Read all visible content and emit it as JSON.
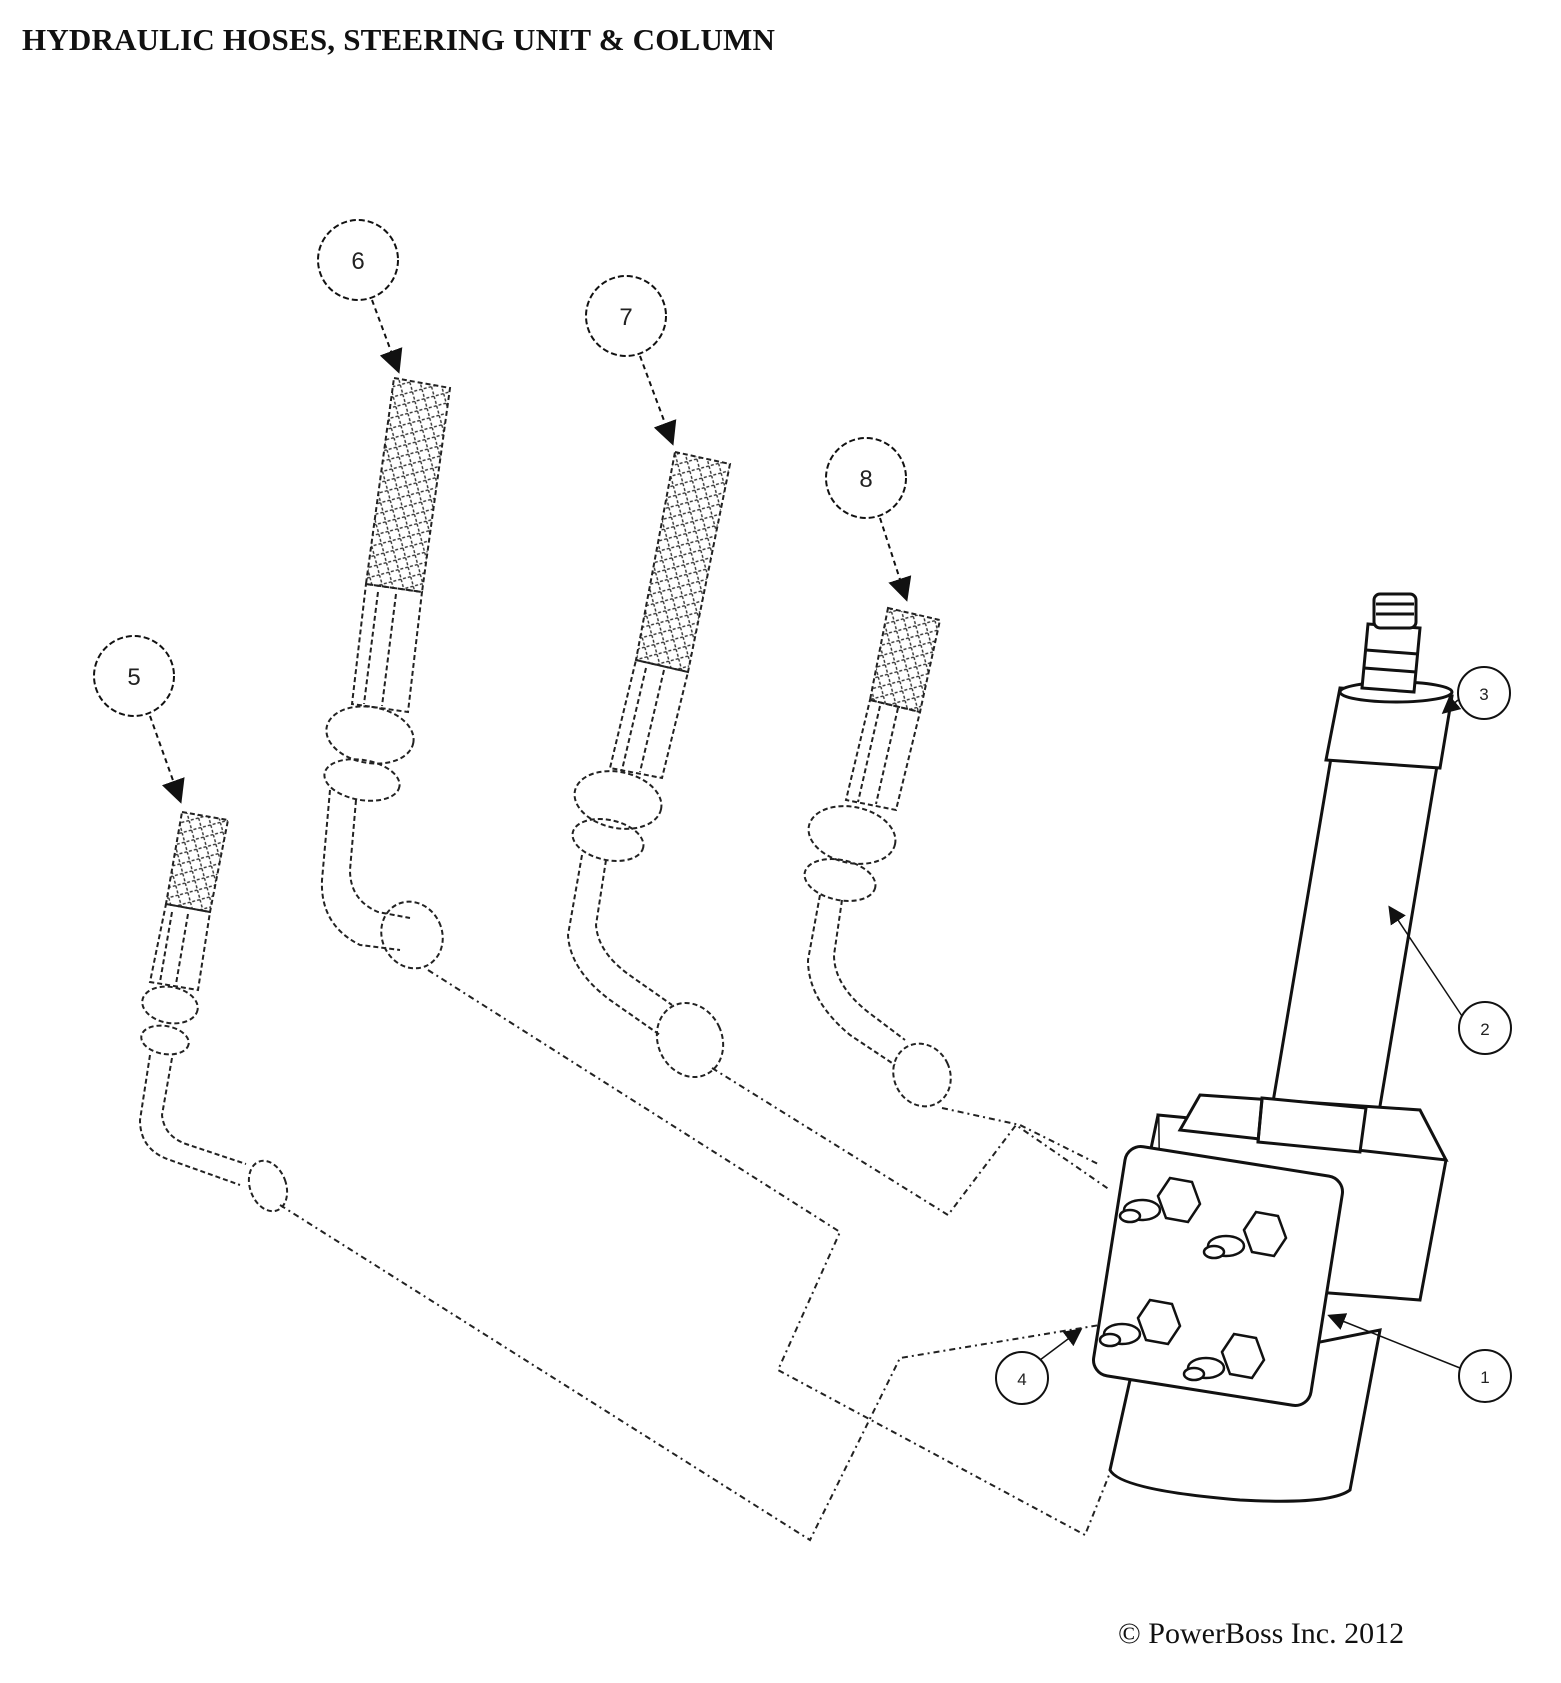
{
  "title": "HYDRAULIC HOSES, STEERING UNIT & COLUMN",
  "copyright": "© PowerBoss Inc. 2012",
  "callouts": [
    {
      "id": "1",
      "label": "1"
    },
    {
      "id": "2",
      "label": "2"
    },
    {
      "id": "3",
      "label": "3"
    },
    {
      "id": "4",
      "label": "4"
    },
    {
      "id": "5",
      "label": "5"
    },
    {
      "id": "6",
      "label": "6"
    },
    {
      "id": "7",
      "label": "7"
    },
    {
      "id": "8",
      "label": "8"
    }
  ]
}
